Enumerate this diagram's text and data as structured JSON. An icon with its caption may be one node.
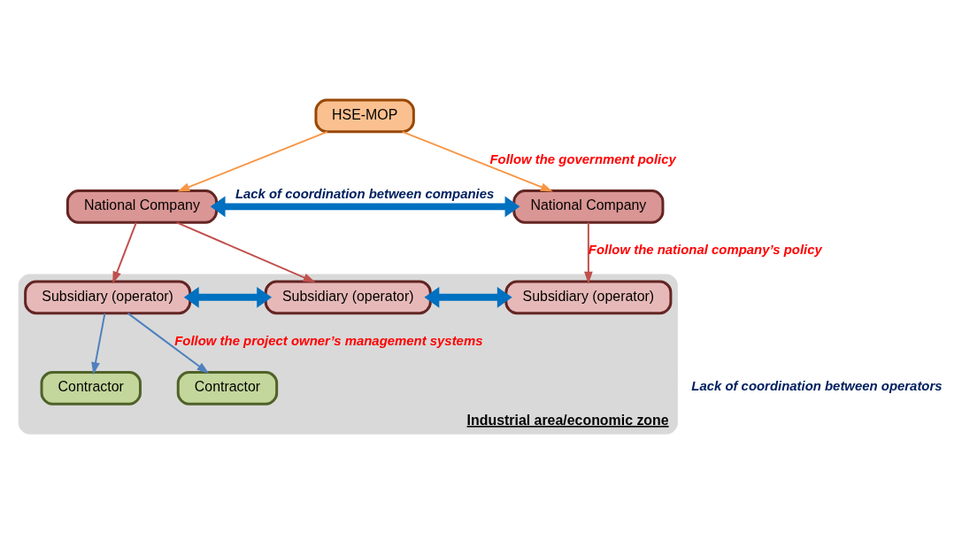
{
  "diagram": {
    "nodes": [
      {
        "text": [
          "HSE-MOP"
        ]
      },
      {
        "text": [
          "National Company"
        ]
      },
      {
        "text": [
          "National Company"
        ]
      },
      {
        "text": [
          "Industrial area/economic zone"
        ]
      },
      {
        "text": [
          "Subsidiary (operator)"
        ],
        "in": 3
      },
      {
        "text": [
          "Subsidiary (operator)"
        ],
        "in": 3
      },
      {
        "text": [
          "Subsidiary (operator)"
        ],
        "in": 3
      },
      {
        "text": [
          "Contractor"
        ],
        "in": 3
      },
      {
        "text": [
          "Contractor"
        ],
        "in": 3
      }
    ],
    "edges": [
      {
        "from": 0,
        "to": 1,
        "arrow": "to",
        "color": "#f79646"
      },
      {
        "from": 0,
        "to": 2,
        "arrow": "to",
        "color": "#f79646",
        "label": "Follow the government policy"
      },
      {
        "from": 1,
        "to": 2,
        "arrow": "both",
        "style": "thick",
        "color": "#0070c0",
        "label": "Lack of coordination between companies"
      },
      {
        "from": 1,
        "to": 4,
        "arrow": "to",
        "color": "#c0504d"
      },
      {
        "from": 1,
        "to": 5,
        "arrow": "to",
        "color": "#c0504d"
      },
      {
        "from": 2,
        "to": 6,
        "arrow": "to",
        "color": "#c0504d",
        "label": "Follow the national company’s policy"
      },
      {
        "from": 4,
        "to": 5,
        "arrow": "both",
        "style": "thick",
        "color": "#0070c0"
      },
      {
        "from": 5,
        "to": 6,
        "arrow": "both",
        "style": "thick",
        "color": "#0070c0"
      },
      {
        "from": 4,
        "to": 7,
        "arrow": "to",
        "color": "#4f81bd"
      },
      {
        "from": 4,
        "to": 8,
        "arrow": "to",
        "color": "#4f81bd",
        "label": "Follow the project owner’s management systems"
      }
    ],
    "labels": [
      "Lack of coordination between operators"
    ]
  }
}
